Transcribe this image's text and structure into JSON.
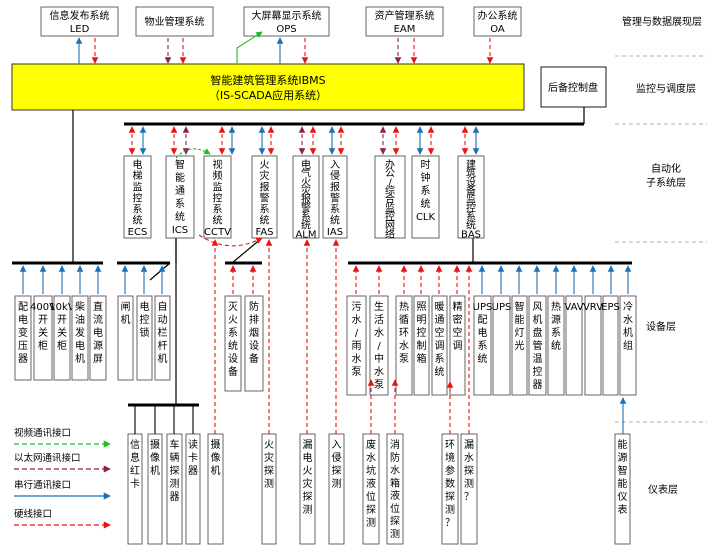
{
  "layers": {
    "mgmt": "管理与数据展现层",
    "monitor": "监控与调度层",
    "auto": "自动化\n子系统层",
    "device": "设备层",
    "instrument": "仪表层"
  },
  "top_systems": [
    {
      "l1": "信息发布系统",
      "l2": "LED"
    },
    {
      "l1": "物业管理系统",
      "l2": ""
    },
    {
      "l1": "大屏幕显示系统",
      "l2": "OPS"
    },
    {
      "l1": "资产管理系统",
      "l2": "EAM"
    },
    {
      "l1": "办公系统",
      "l2": "OA"
    }
  ],
  "ibms": {
    "l1": "智能建筑管理系统IBMS",
    "l2": "（IS-SCADA应用系统）"
  },
  "backup": "后备控制盘",
  "subsystems": [
    {
      "label": "电梯监控系统ECS"
    },
    {
      "label": "智能通系统ICS"
    },
    {
      "label": "视频监控系统CCTV"
    },
    {
      "label": "火灾报警系统FAS"
    },
    {
      "label": "电气火灾报警系统ALM"
    },
    {
      "label": "入侵报警系统IAS"
    },
    {
      "label": "办公/综合监控网络"
    },
    {
      "label": "时钟系统CLK"
    },
    {
      "label": "建筑设备监控系统BAS"
    }
  ],
  "devices": [
    {
      "label": "配电变压器"
    },
    {
      "label": "400V开关柜"
    },
    {
      "label": "10kV开关柜"
    },
    {
      "label": "柴油发电机"
    },
    {
      "label": "直流电源屏"
    },
    {
      "label": "闸机"
    },
    {
      "label": "电控锁"
    },
    {
      "label": "自动栏杆机"
    },
    {
      "label": "灭火系统设备"
    },
    {
      "label": "防排烟设备"
    },
    {
      "label": "污水/雨水泵"
    },
    {
      "label": "生活水/中水泵"
    },
    {
      "label": "热循环水泵"
    },
    {
      "label": "照明控制箱"
    },
    {
      "label": "暖通空调系统"
    },
    {
      "label": "精密空调"
    },
    {
      "label": "UPS配电系统"
    },
    {
      "label": "UPS"
    },
    {
      "label": "智能灯光"
    },
    {
      "label": "风机盘管温控器"
    },
    {
      "label": "热源系统"
    },
    {
      "label": "VAV"
    },
    {
      "label": "VRV"
    },
    {
      "label": "EPS"
    },
    {
      "label": "冷水机组"
    }
  ],
  "instruments": [
    {
      "label": "信息红卡"
    },
    {
      "label": "摄像机"
    },
    {
      "label": "车辆探测器"
    },
    {
      "label": "读卡器"
    },
    {
      "label": "摄像机"
    },
    {
      "label": "火灾探测"
    },
    {
      "label": "漏电火灾探测"
    },
    {
      "label": "入侵探测"
    },
    {
      "label": "废水坑液位探测"
    },
    {
      "label": "消防水箱液位探测"
    },
    {
      "label": "环境参数探测？"
    },
    {
      "label": "漏水探测？"
    },
    {
      "label": "能源智能仪表"
    }
  ],
  "legend": [
    {
      "label": "视频通讯接口",
      "color": "#22bb22"
    },
    {
      "label": "以太网通讯接口",
      "color": "#8b2252"
    },
    {
      "label": "串行通讯接口",
      "color": "#1f6fb2"
    },
    {
      "label": "硬线接口",
      "color": "#ee1111"
    }
  ],
  "colors": {
    "ibms": "#ffff00",
    "video": "#22bb22",
    "eth": "#8b2252",
    "serial": "#1f6fb2",
    "hard": "#ee1111"
  }
}
